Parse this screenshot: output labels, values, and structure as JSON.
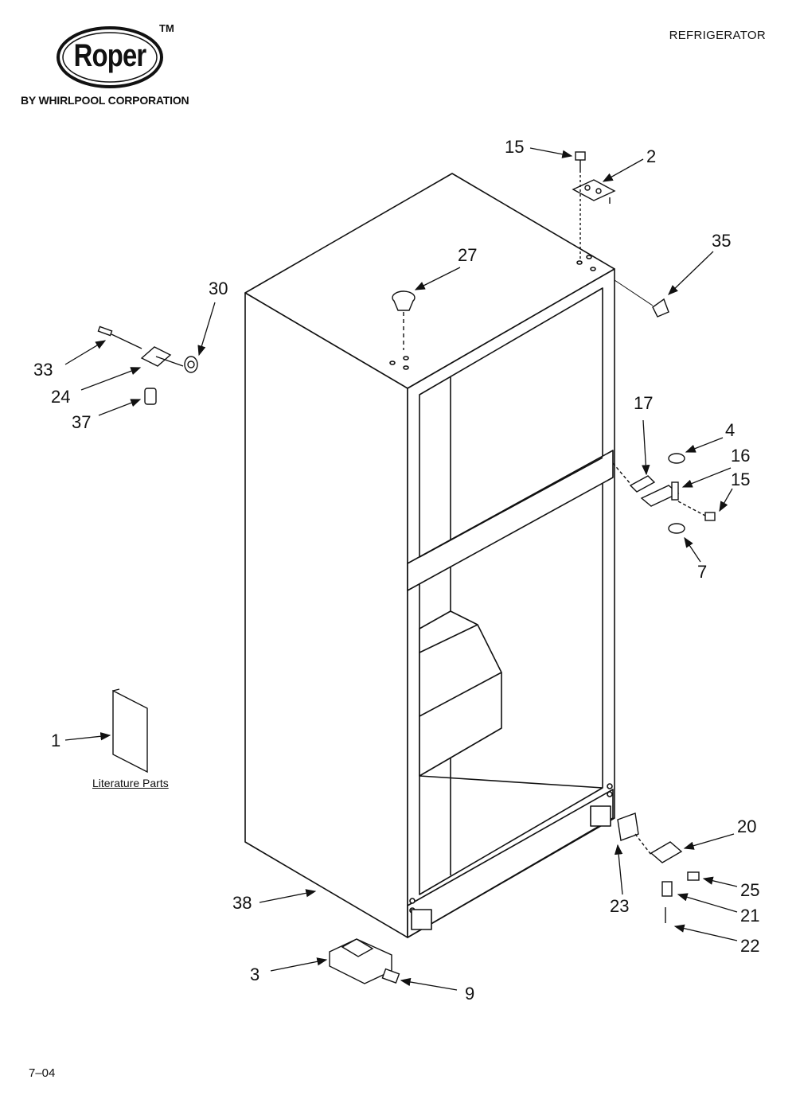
{
  "header": {
    "brand": "Roper",
    "trademark": "TM",
    "byline": "BY WHIRLPOOL CORPORATION",
    "title": "REFRIGERATOR"
  },
  "footer": {
    "code": "7–04"
  },
  "literature_label": "Literature Parts",
  "callouts": [
    "15",
    "2",
    "35",
    "27",
    "30",
    "33",
    "24",
    "37",
    "17",
    "4",
    "16",
    "15",
    "7",
    "1",
    "20",
    "25",
    "21",
    "22",
    "23",
    "38",
    "3",
    "9"
  ],
  "colors": {
    "ink": "#111111",
    "paper": "#ffffff"
  }
}
